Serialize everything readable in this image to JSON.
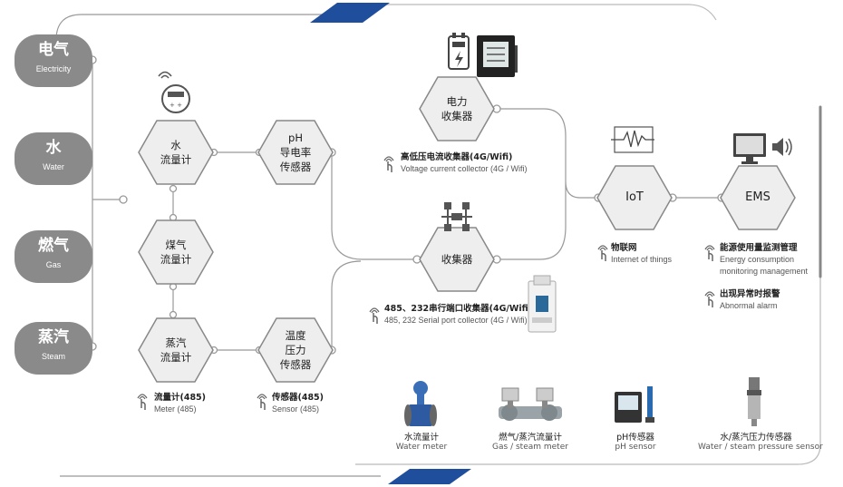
{
  "sources": [
    {
      "cn": "电气",
      "en": "Electricity"
    },
    {
      "cn": "水",
      "en": "Water"
    },
    {
      "cn": "燃气",
      "en": "Gas"
    },
    {
      "cn": "蒸汽",
      "en": "Steam"
    }
  ],
  "nodes": {
    "water_meter": "水\n流量计",
    "gas_meter": "煤气\n流量计",
    "steam_meter": "蒸汽\n流量计",
    "ph_sensor": "pH\n导电率\n传感器",
    "temp_sensor": "温度\n压力\n传感器",
    "power_collector": "电力\n收集器",
    "collector": "收集器",
    "iot": "IoT",
    "ems": "EMS"
  },
  "captions": {
    "voltage": {
      "cn": "高低压电流收集器(4G/Wifi)",
      "en": "Voltage current collector (4G / Wifi)"
    },
    "serial": {
      "cn": "485、232串行端口收集器(4G/Wifi)",
      "en": "485, 232 Serial port collector (4G / Wifi)"
    },
    "iot": {
      "cn": "物联网",
      "en": "Internet of things"
    },
    "energy": {
      "cn": "能源使用量监测管理",
      "en1": "Energy consumption",
      "en2": "monitoring management"
    },
    "alarm": {
      "cn": "出现异常时报警",
      "en": "Abnormal alarm"
    },
    "meter485": {
      "cn": "流量计(485)",
      "en": "Meter (485)"
    },
    "sensor485": {
      "cn": "传感器(485)",
      "en": "Sensor (485)"
    }
  },
  "devices": [
    {
      "cn": "水流量计",
      "en": "Water meter"
    },
    {
      "cn": "燃气/蒸汽流量计",
      "en": "Gas / steam meter"
    },
    {
      "cn": "pH传感器",
      "en": "pH sensor"
    },
    {
      "cn": "水/蒸汽压力传感器",
      "en": "Water / steam pressure sensor"
    }
  ],
  "colors": {
    "source_fill": "#8a8a8a",
    "hex_fill": "#eeeeee",
    "hex_stroke": "#888888",
    "line": "#999999",
    "accent": "#1f4e9c"
  }
}
